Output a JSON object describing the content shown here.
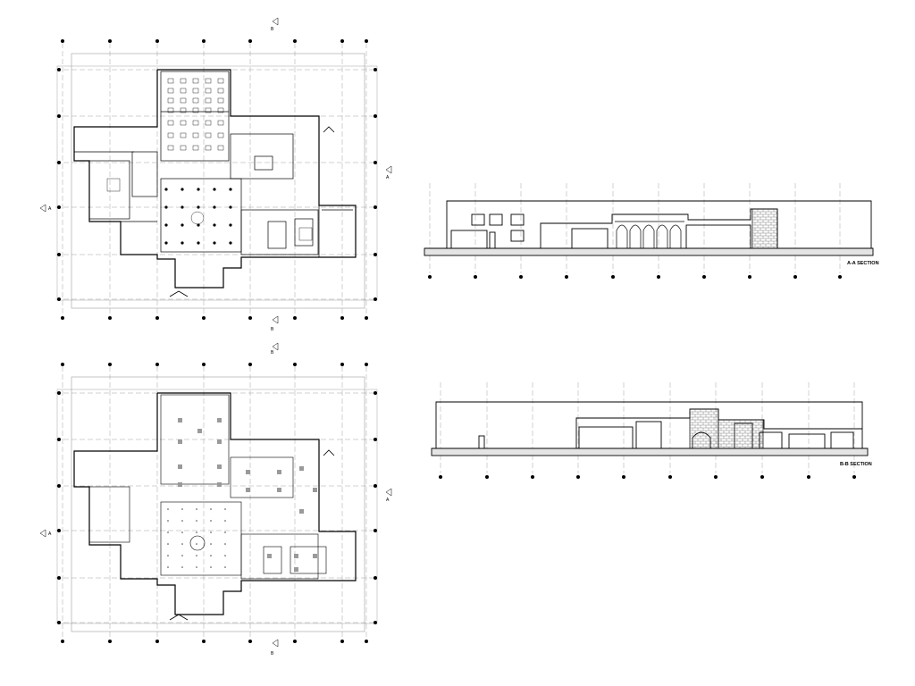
{
  "sheet": {
    "section_a_title": "A-A SECTION",
    "section_b_title": "B-B SECTION",
    "section_marker_a": "A",
    "section_marker_b": "B"
  },
  "colors": {
    "line": "#000000",
    "grid": "#8a8a8a",
    "hatch": "#555555",
    "background": "#ffffff"
  }
}
